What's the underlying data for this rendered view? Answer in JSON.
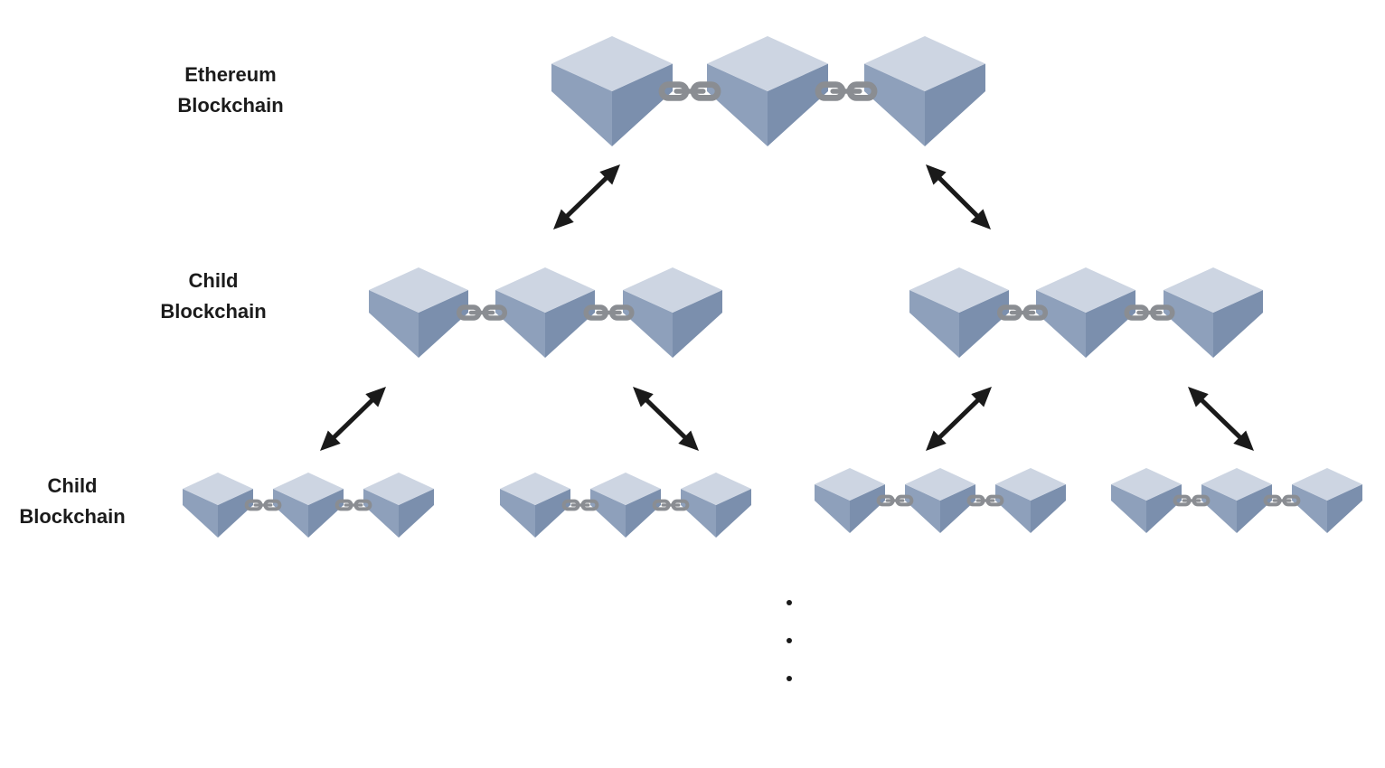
{
  "labels": {
    "top": {
      "line1": "Ethereum",
      "line2": "Blockchain"
    },
    "middle": {
      "line1": "Child",
      "line2": "Blockchain"
    },
    "bottom": {
      "line1": "Child",
      "line2": "Blockchain"
    }
  },
  "colors": {
    "cube_top": "#cdd5e2",
    "cube_left": "#8ea0bb",
    "cube_right": "#7b8fad",
    "link": "#8a8d92",
    "arrow": "#1a1a1a",
    "text": "#1b1b1b"
  },
  "structure": {
    "levels": [
      {
        "level": "ethereum",
        "chains": 1,
        "blocks_per_chain": 3
      },
      {
        "level": "child",
        "chains": 2,
        "blocks_per_chain": 3
      },
      {
        "level": "child",
        "chains": 4,
        "blocks_per_chain": 3
      }
    ],
    "continuation_marker": "⋮"
  }
}
